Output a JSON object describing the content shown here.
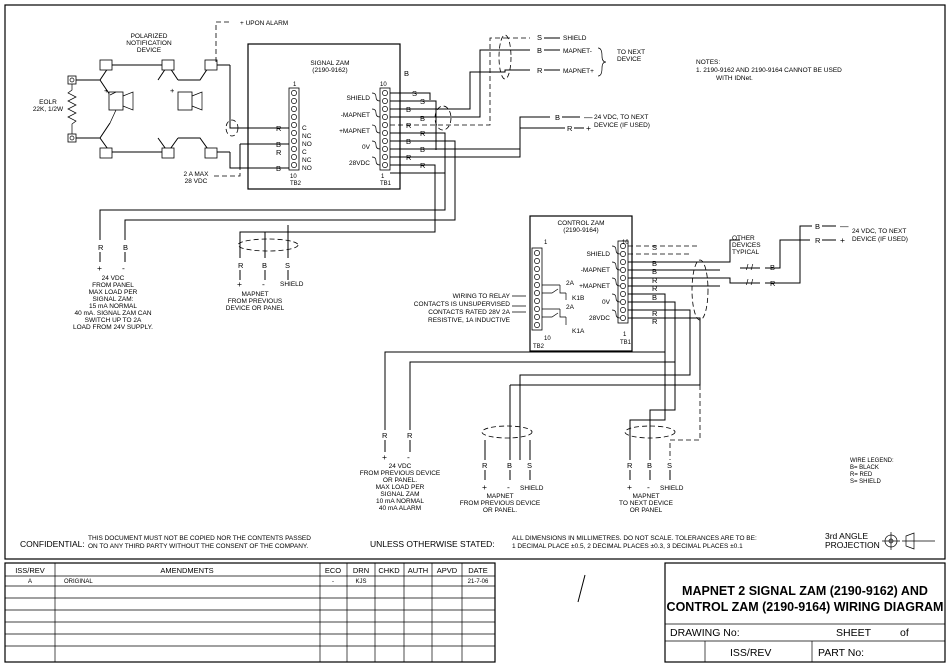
{
  "title": {
    "line1": "MAPNET 2 SIGNAL ZAM (2190-9162) AND",
    "line2": "CONTROL ZAM (2190-9164) WIRING DIAGRAM"
  },
  "title_block": {
    "drawing_no": "DRAWING  No:",
    "sheet": "SHEET",
    "of": "of",
    "iss_rev": "ISS/REV",
    "part_no": "PART  No:"
  },
  "notes": {
    "heading": "NOTES:",
    "line1": "1.   2190-9162 AND 2190-9164 CANNOT BE USED",
    "line2": "WITH IDNet."
  },
  "confidential": {
    "label": "CONFIDENTIAL:",
    "line1": "THIS DOCUMENT MUST NOT BE COPIED NOR THE CONTENTS PASSED",
    "line2": "ON TO ANY THIRD PARTY WITHOUT THE CONSENT OF THE COMPANY."
  },
  "tolerances": {
    "label": "UNLESS OTHERWISE STATED:",
    "line1": "ALL DIMENSIONS IN MILLIMETRES. DO NOT SCALE. TOLERANCES ARE TO BE:",
    "line2": "1 DECIMAL PLACE ±0.5, 2 DECIMAL PLACES ±0.3, 3 DECIMAL PLACES ±0.1"
  },
  "projection": {
    "line1": "3rd ANGLE",
    "line2": "PROJECTION"
  },
  "revision_table": {
    "headers": [
      "ISS/REV",
      "AMENDMENTS",
      "ECO",
      "DRN",
      "CHKD",
      "AUTH",
      "APVD",
      "DATE"
    ],
    "rows": [
      [
        "A",
        "ORIGINAL",
        "-",
        "KJS",
        "",
        "",
        "",
        "21-7-06"
      ]
    ]
  },
  "wire_legend": {
    "heading": "WIRE LEGEND:",
    "b": "B= BLACK",
    "r": "R= RED",
    "s": "S= SHIELD"
  },
  "signal_zam": {
    "title1": "SIGNAL ZAM",
    "title2": "(2190-9162)",
    "tb1": "TB1",
    "tb2": "TB2",
    "shield": "SHIELD",
    "mapnet_neg": "-MAPNET",
    "mapnet_pos": "+MAPNET",
    "zero_v": "0V",
    "v28": "28VDC",
    "c": "C",
    "nc": "NC",
    "no": "NO",
    "n1": "1",
    "n10": "10"
  },
  "control_zam": {
    "title1": "CONTROL ZAM",
    "title2": "(2190-9164)",
    "tb1": "TB1",
    "tb2": "TB2",
    "shield": "SHIELD",
    "mapnet_neg": "-MAPNET",
    "mapnet_pos": "+MAPNET",
    "zero_v": "0V",
    "v28": "28VDC",
    "k1b": "K1B",
    "k1a": "K1A",
    "a2": "2A",
    "n1": "1",
    "n10": "10"
  },
  "labels": {
    "upon_alarm": "+ UPON ALARM",
    "polarized1": "POLARIZED",
    "polarized2": "NOTIFICATION",
    "polarized3": "DEVICE",
    "eolr1": "EOLR",
    "eolr2": "22K, 1/2W",
    "amax1": "2 A MAX",
    "amax2": "28 VDC",
    "shield": "SHIELD",
    "mapnet_neg": "MAPNET-",
    "mapnet_pos": "MAPNET+",
    "next_device1": "TO NEXT",
    "next_device2": "DEVICE",
    "vdc_next1": "24 VDC, TO NEXT",
    "vdc_next2": "DEVICE (IF USED)",
    "panel_supply": [
      "24 VDC",
      "FROM PANEL",
      "MAX LOAD PER",
      "SIGNAL ZAM:",
      "15 mA NORMAL",
      "40 mA. SIGNAL ZAM CAN",
      "SWITCH UP TO 2A",
      "LOAD FROM 24V SUPPLY."
    ],
    "mapnet_prev": [
      "MAPNET",
      "FROM PREVIOUS",
      "DEVICE OR PANEL"
    ],
    "other_devices": [
      "OTHER",
      "DEVICES",
      "TYPICAL"
    ],
    "relay_note": [
      "WIRING TO RELAY",
      "CONTACTS IS UNSUPERVISED",
      "CONTACTS RATED 28V 2A",
      "RESISTIVE, 1A INDUCTIVE"
    ],
    "prev_supply": [
      "24 VDC",
      "FROM PREVIOUS DEVICE",
      "OR PANEL.",
      "MAX LOAD PER",
      "SIGNAL ZAM",
      "10 mA NORMAL",
      "40 mA ALARM"
    ],
    "mapnet_prev2": [
      "MAPNET",
      "FROM PREVIOUS DEVICE",
      "OR PANEL."
    ],
    "mapnet_next": [
      "MAPNET",
      "TO NEXT DEVICE",
      "OR PANEL"
    ],
    "r": "R",
    "b": "B",
    "s": "S",
    "plus": "+",
    "minus": "-"
  }
}
